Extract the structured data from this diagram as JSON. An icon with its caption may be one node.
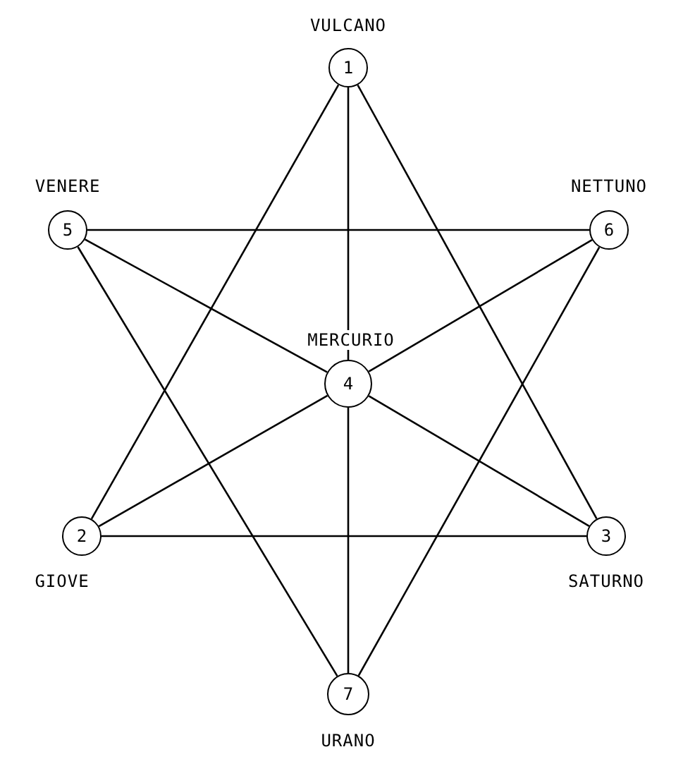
{
  "diagram": {
    "nodes": [
      {
        "text": [
          "1"
        ],
        "beside": [
          "VULCANO"
        ]
      },
      {
        "text": [
          "5"
        ],
        "beside": [
          "VENERE"
        ]
      },
      {
        "text": [
          "6"
        ],
        "beside": [
          "NETTUNO"
        ]
      },
      {
        "text": [
          "4"
        ],
        "beside": [
          "MERCURIO"
        ]
      },
      {
        "text": [
          "2"
        ],
        "beside": [
          "GIOVE"
        ]
      },
      {
        "text": [
          "3"
        ],
        "beside": [
          "SATURNO"
        ]
      },
      {
        "text": [
          "7"
        ],
        "beside": [
          "URANO"
        ]
      }
    ],
    "edges": [
      {
        "from": 0,
        "to": 4,
        "arrow": "none"
      },
      {
        "from": 0,
        "to": 5,
        "arrow": "none"
      },
      {
        "from": 0,
        "to": 3,
        "arrow": "none"
      },
      {
        "from": 3,
        "to": 6,
        "arrow": "none"
      },
      {
        "from": 1,
        "to": 2,
        "arrow": "none"
      },
      {
        "from": 1,
        "to": 3,
        "arrow": "none"
      },
      {
        "from": 3,
        "to": 5,
        "arrow": "none"
      },
      {
        "from": 1,
        "to": 6,
        "arrow": "none"
      },
      {
        "from": 4,
        "to": 3,
        "arrow": "none"
      },
      {
        "from": 3,
        "to": 2,
        "arrow": "none"
      },
      {
        "from": 2,
        "to": 6,
        "arrow": "none"
      },
      {
        "from": 4,
        "to": 5,
        "arrow": "none"
      }
    ]
  }
}
